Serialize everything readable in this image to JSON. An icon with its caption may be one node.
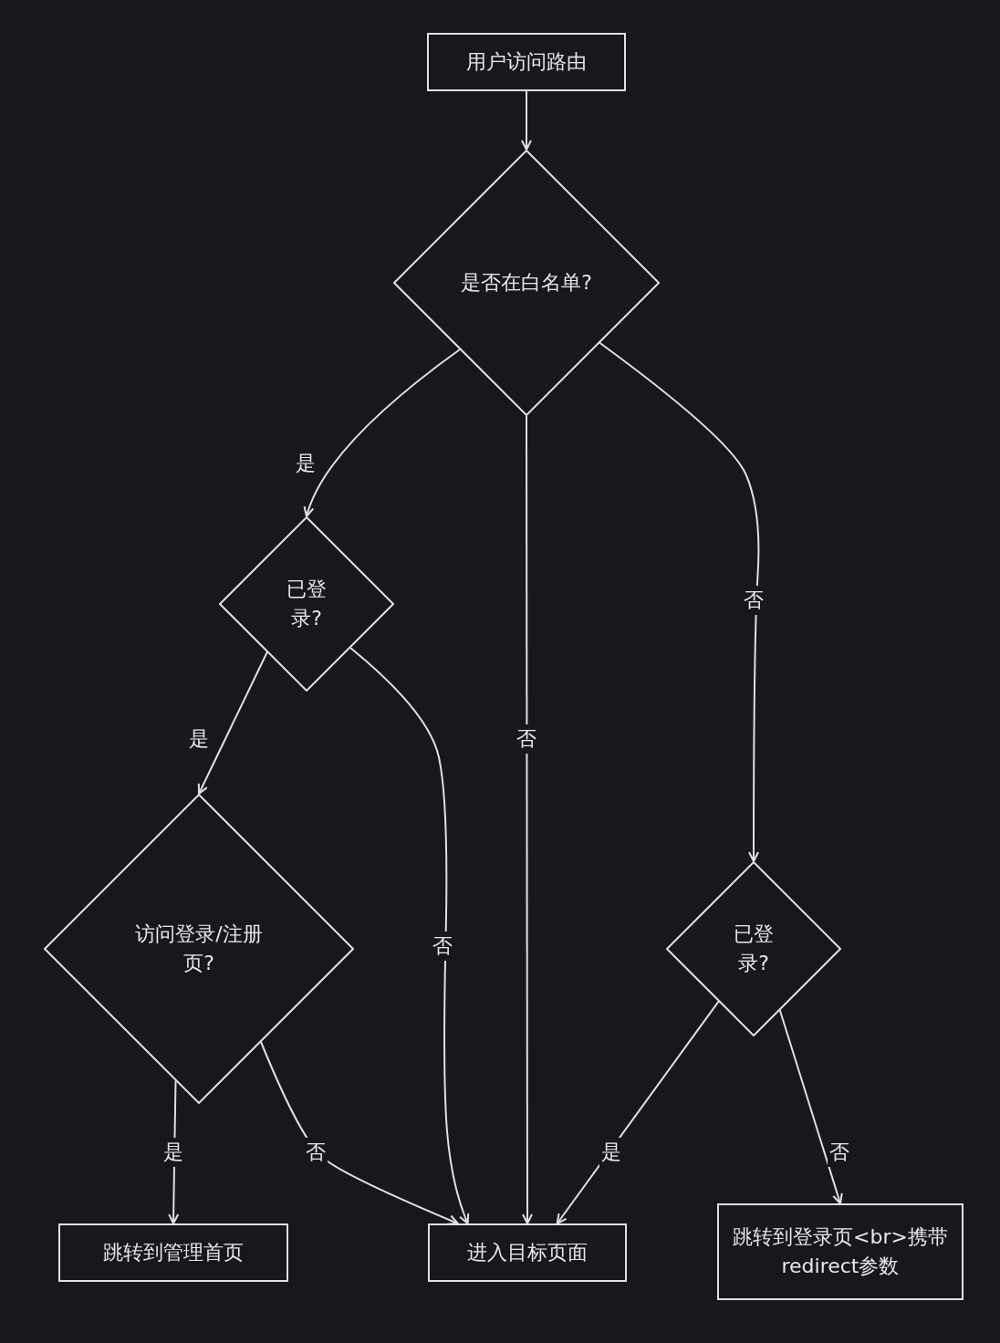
{
  "diagram": {
    "nodes": [
      {
        "text": [
          "用户访问路由"
        ]
      },
      {
        "text": [
          "是否在白名单?"
        ]
      },
      {
        "text": [
          "已登录?"
        ]
      },
      {
        "text": [
          "访问登录/注册页?"
        ]
      },
      {
        "text": [
          "已登录?"
        ]
      },
      {
        "text": [
          "跳转到管理首页"
        ]
      },
      {
        "text": [
          "进入目标页面"
        ]
      },
      {
        "text": [
          "跳转到登录页<br>携带redirect参数"
        ]
      }
    ],
    "edges": [
      {
        "from": 0,
        "to": 1,
        "arrow": "to"
      },
      {
        "from": 1,
        "to": 2,
        "arrow": "to",
        "label": "是"
      },
      {
        "from": 1,
        "to": 6,
        "arrow": "to",
        "label": "否"
      },
      {
        "from": 1,
        "to": 4,
        "arrow": "to",
        "label": "否"
      },
      {
        "from": 2,
        "to": 3,
        "arrow": "to",
        "label": "是"
      },
      {
        "from": 2,
        "to": 6,
        "arrow": "to",
        "label": "否"
      },
      {
        "from": 3,
        "to": 5,
        "arrow": "to",
        "label": "是"
      },
      {
        "from": 3,
        "to": 6,
        "arrow": "to",
        "label": "否"
      },
      {
        "from": 4,
        "to": 6,
        "arrow": "to",
        "label": "是"
      },
      {
        "from": 4,
        "to": 7,
        "arrow": "to",
        "label": "否"
      }
    ]
  }
}
